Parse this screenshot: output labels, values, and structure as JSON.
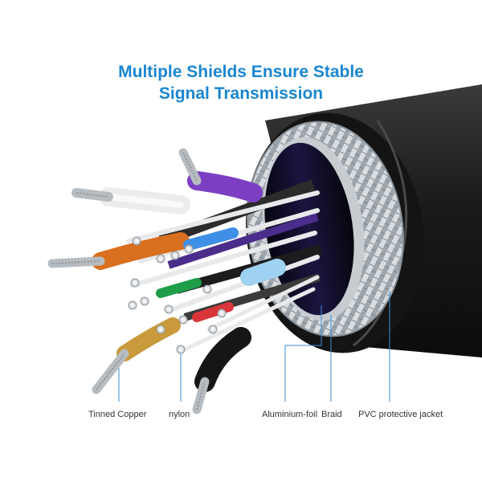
{
  "title": {
    "line1": "Multiple Shields Ensure Stable",
    "line2": "Signal Transmission"
  },
  "labels": {
    "tinned_copper": "Tinned Copper",
    "nylon": "nylon",
    "aluminium_foil": "Aluminium-foil",
    "braid": "Braid",
    "pvc_jacket": "PVC protective jacket"
  },
  "colors": {
    "title": "#1a86d0",
    "callout_line": "#3b8fd6",
    "jacket": "#1b1b1b",
    "braid": "#b9bfc4",
    "wire_purple": "#7c3fc4",
    "wire_orange": "#d8701f",
    "wire_gold": "#c99a3c",
    "wire_blue": "#3f8fe6",
    "wire_green": "#1f9e4a",
    "wire_red": "#d9353a"
  }
}
